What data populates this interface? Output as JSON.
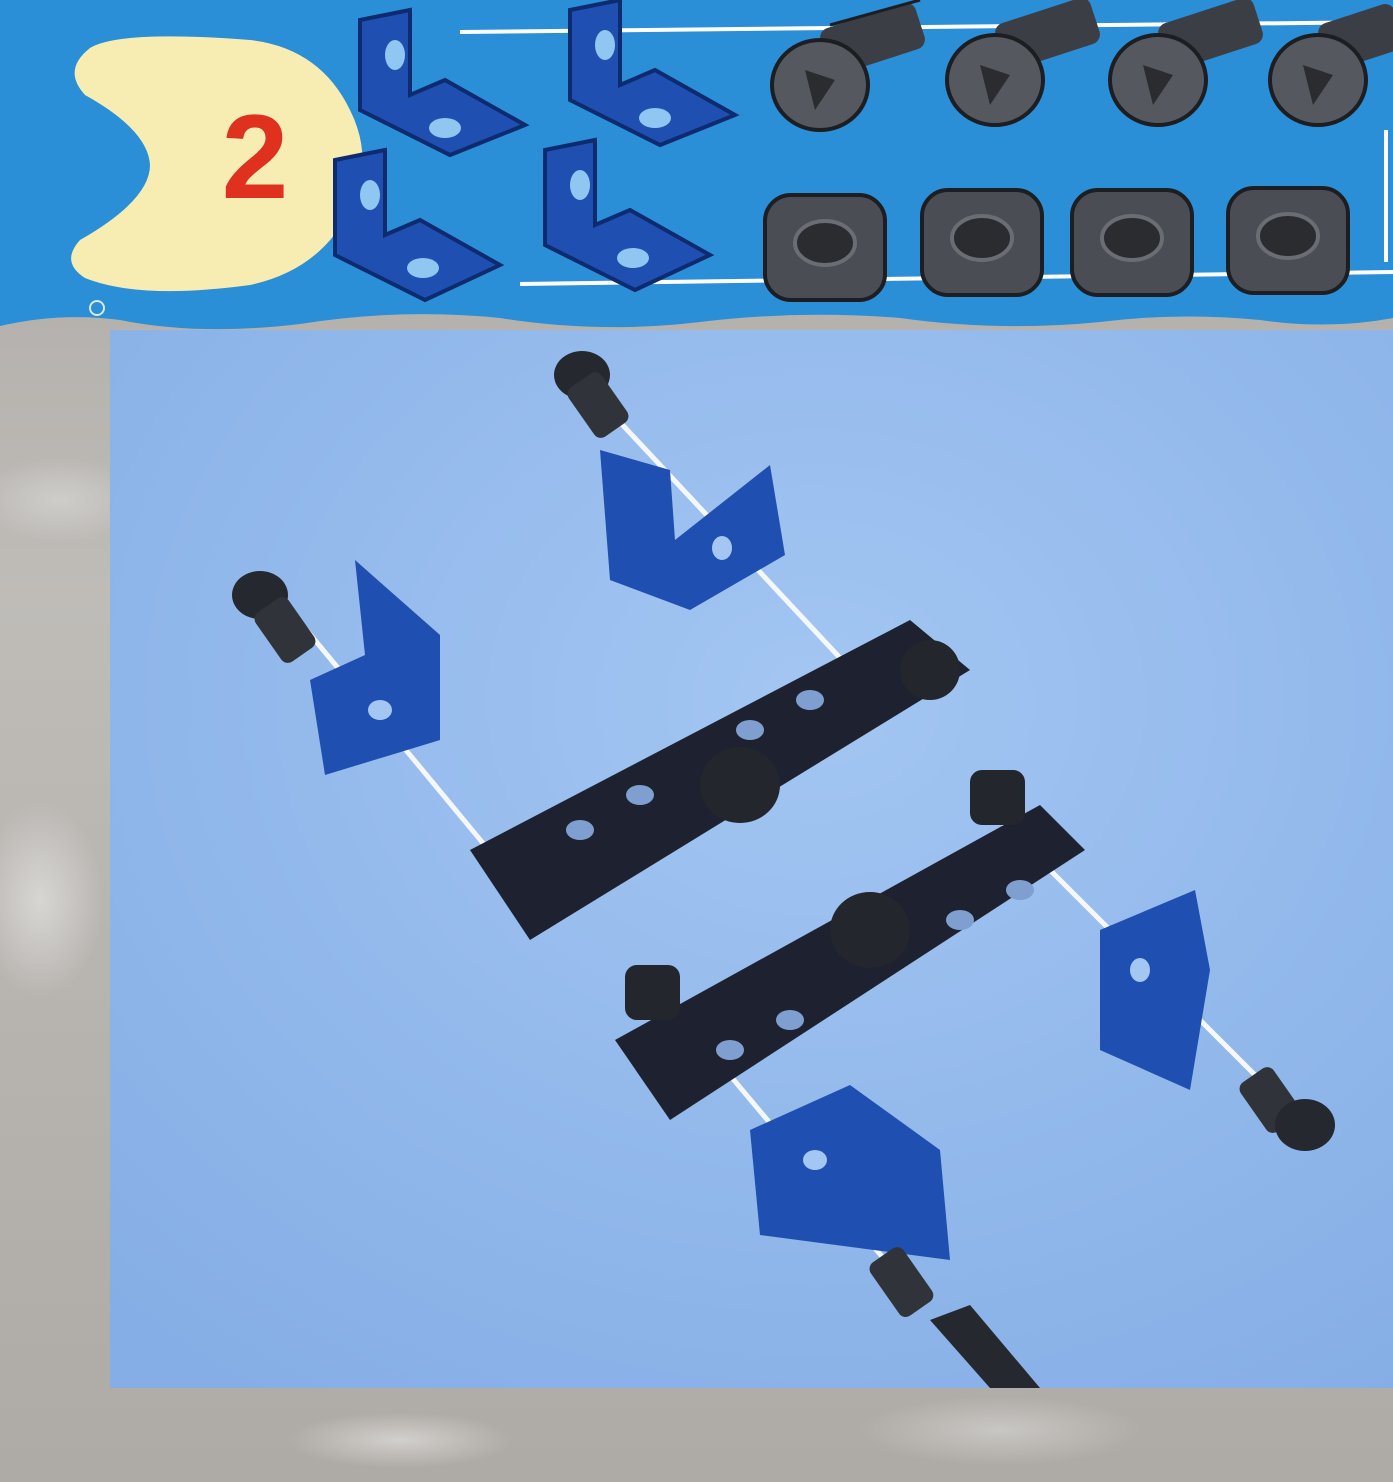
{
  "step": {
    "number": "2",
    "number_color": "#e0301e",
    "badge_color": "#f7edb2"
  },
  "colors": {
    "header_blue": "#2a8fd6",
    "photo_bg": "#8fb8ec",
    "part_blue": "#1f4fb0",
    "part_dark": "#2b2f3a"
  },
  "parts": {
    "brackets": {
      "icon": "angle-bracket-icon",
      "count": 4
    },
    "screws": {
      "icon": "screw-icon",
      "count": 4
    },
    "nuts": {
      "icon": "square-nut-icon",
      "count": 4
    }
  },
  "icons": {
    "copyright": "copyright-icon"
  }
}
